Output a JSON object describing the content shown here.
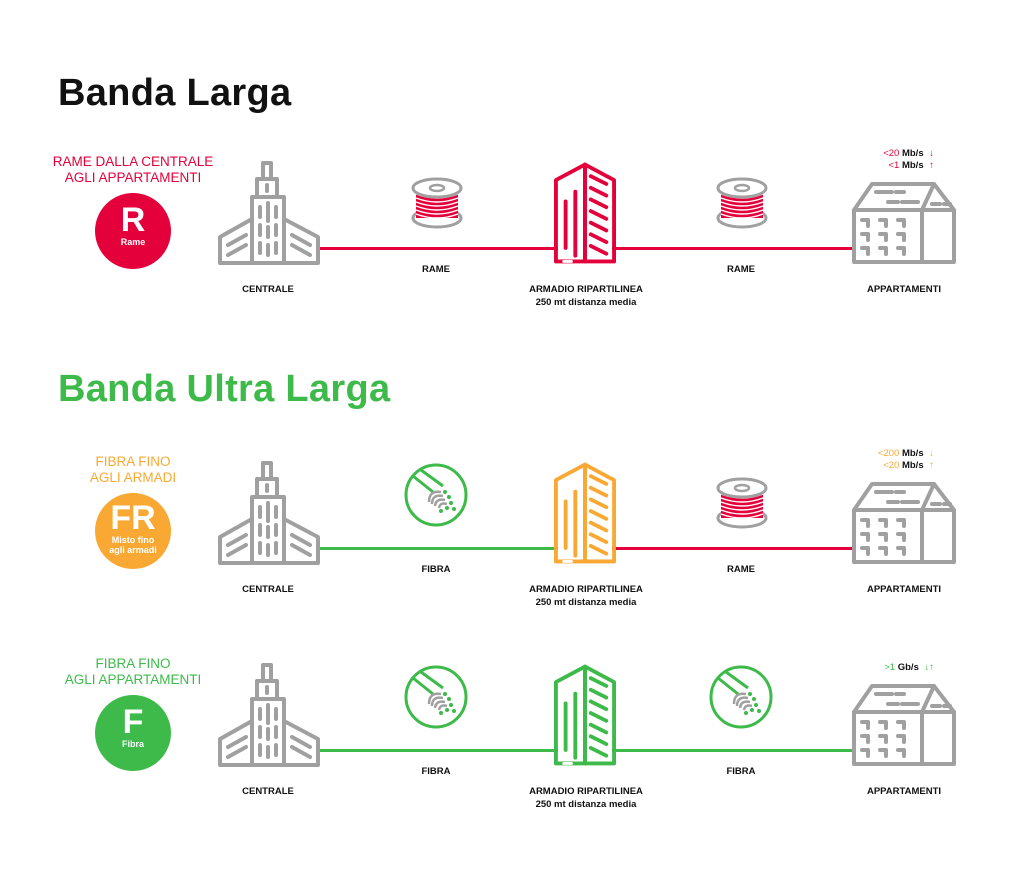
{
  "sections": [
    {
      "title": "Banda Larga",
      "color": "#111111"
    },
    {
      "title": "Banda Ultra Larga",
      "color": "#3dba4a"
    }
  ],
  "colors": {
    "rame": "#e4003a",
    "fr": "#f9a933",
    "fibra": "#3dba4a",
    "gray": "#a0a0a0"
  },
  "rows": [
    {
      "label": [
        "RAME DALLA CENTRALE",
        "AGLI APPARTAMENTI"
      ],
      "color": "#e4003a",
      "badge_letter": "R",
      "badge_sub": [
        "Rame"
      ],
      "segment1": {
        "label": "RAME",
        "type": "rame",
        "color": "#e4003a"
      },
      "segment2": {
        "label": "RAME",
        "type": "rame",
        "color": "#e4003a"
      },
      "cabinet_color": "#e4003a",
      "speeds": [
        {
          "value": "<20",
          "unit": "Mb/s",
          "arrow": "↓"
        },
        {
          "value": "<1",
          "unit": "Mb/s",
          "arrow": "↑"
        }
      ]
    },
    {
      "label": [
        "FIBRA FINO",
        "AGLI ARMADI"
      ],
      "color": "#f9a933",
      "badge_letter": "FR",
      "badge_sub": [
        "Misto fino",
        "agli armadi"
      ],
      "segment1": {
        "label": "FIBRA",
        "type": "fibra",
        "color": "#3dba4a"
      },
      "segment2": {
        "label": "RAME",
        "type": "rame",
        "color": "#e4003a"
      },
      "cabinet_color": "#f9a933",
      "speeds": [
        {
          "value": "<200",
          "unit": "Mb/s",
          "arrow": "↓"
        },
        {
          "value": "<20",
          "unit": "Mb/s",
          "arrow": "↑"
        }
      ]
    },
    {
      "label": [
        "FIBRA FINO",
        "AGLI APPARTAMENTI"
      ],
      "color": "#3dba4a",
      "badge_letter": "F",
      "badge_sub": [
        "Fibra"
      ],
      "segment1": {
        "label": "FIBRA",
        "type": "fibra",
        "color": "#3dba4a"
      },
      "segment2": {
        "label": "FIBRA",
        "type": "fibra",
        "color": "#3dba4a"
      },
      "cabinet_color": "#3dba4a",
      "speeds": [
        {
          "value": ">1",
          "unit": "Gb/s",
          "arrow": "↓↑"
        }
      ]
    }
  ],
  "captions": {
    "centrale": "CENTRALE",
    "armadio": [
      "ARMADIO RIPARTILINEA",
      "250 mt distanza media"
    ],
    "appartamenti": "APPARTAMENTI"
  }
}
